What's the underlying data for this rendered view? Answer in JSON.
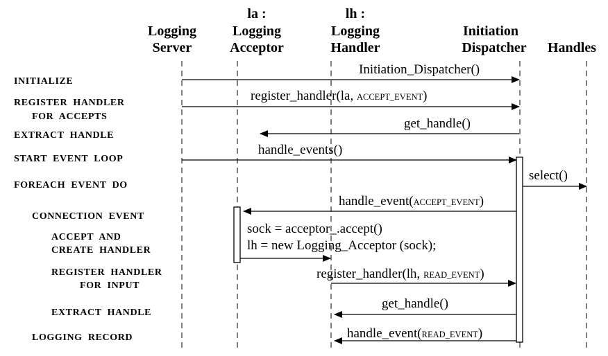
{
  "participants": [
    {
      "id": "server",
      "line1": "",
      "line2": "Logging",
      "line3": "Server"
    },
    {
      "id": "la",
      "line1": "la :",
      "line2": "Logging",
      "line3": "Acceptor"
    },
    {
      "id": "lh",
      "line1": "lh :",
      "line2": "Logging",
      "line3": "Handler"
    },
    {
      "id": "dispatcher",
      "line1": "",
      "line2": "Initiation",
      "line3": "Dispatcher"
    },
    {
      "id": "handles",
      "line1": "",
      "line2": "",
      "line3": "Handles"
    }
  ],
  "steps": [
    {
      "id": "initialize",
      "lines": [
        "INITIALIZE"
      ]
    },
    {
      "id": "register-accepts",
      "lines": [
        "REGISTER  HANDLER",
        "FOR  ACCEPTS"
      ]
    },
    {
      "id": "extract-handle-1",
      "lines": [
        "EXTRACT  HANDLE"
      ]
    },
    {
      "id": "start-loop",
      "lines": [
        "START  EVENT  LOOP"
      ]
    },
    {
      "id": "foreach",
      "lines": [
        "FOREACH  EVENT  DO"
      ]
    },
    {
      "id": "connection-event",
      "lines": [
        "CONNECTION  EVENT"
      ]
    },
    {
      "id": "accept-create",
      "lines": [
        "ACCEPT  AND",
        "CREATE  HANDLER"
      ]
    },
    {
      "id": "register-input",
      "lines": [
        "REGISTER  HANDLER",
        "FOR  INPUT"
      ]
    },
    {
      "id": "extract-handle-2",
      "lines": [
        "EXTRACT  HANDLE"
      ]
    },
    {
      "id": "logging-record",
      "lines": [
        "LOGGING  RECORD"
      ]
    }
  ],
  "messages": [
    {
      "id": "init-dispatcher",
      "text": "Initiation_Dispatcher()",
      "small": ""
    },
    {
      "id": "register-accept",
      "text": "register_handler(la, ",
      "small": "ACCEPT_EVENT",
      "suffix": ")"
    },
    {
      "id": "get-handle-1",
      "text": "get_handle()",
      "small": ""
    },
    {
      "id": "handle-events",
      "text": "handle_events()",
      "small": ""
    },
    {
      "id": "select",
      "text": "select()",
      "small": ""
    },
    {
      "id": "handle-event-accept",
      "text": "handle_event(",
      "small": "ACCEPT_EVENT",
      "suffix": ")"
    },
    {
      "id": "register-read",
      "text": "register_handler(lh, ",
      "small": "READ_EVENT",
      "suffix": ")"
    },
    {
      "id": "get-handle-2",
      "text": "get_handle()",
      "small": ""
    },
    {
      "id": "handle-event-read",
      "text": "handle_event(",
      "small": "READ_EVENT",
      "suffix": ")"
    }
  ],
  "notes": {
    "accept_line1": "sock = acceptor_.accept()",
    "accept_line2": "lh = new Logging_Acceptor (sock);"
  }
}
